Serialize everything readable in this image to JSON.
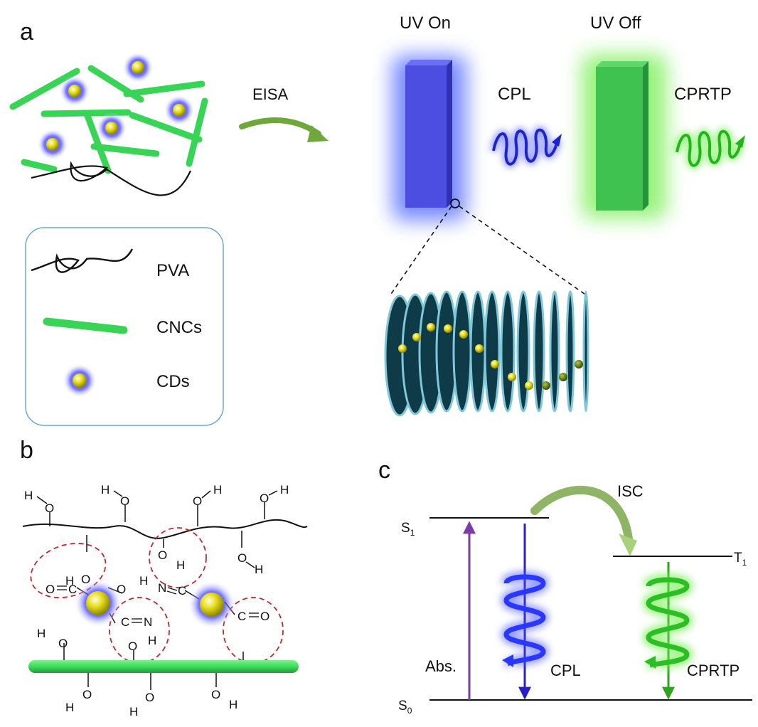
{
  "panels": {
    "a": {
      "letter": "a",
      "process_label": "EISA",
      "uv_on": {
        "title": "UV On",
        "emission": "CPL",
        "film_color": "#4b4ee0",
        "glow_color": "#3d55ff"
      },
      "uv_off": {
        "title": "UV Off",
        "emission": "CPRTP",
        "film_color": "#3fc24f",
        "glow_color": "#74f04a"
      },
      "legend": [
        {
          "label": "PVA",
          "icon": "polymer-chain-icon"
        },
        {
          "label": "CNCs",
          "icon": "nanocrystal-rod-icon"
        },
        {
          "label": "CDs",
          "icon": "carbon-dot-icon"
        }
      ]
    },
    "b": {
      "letter": "b",
      "pva_groups": [
        "H",
        "O",
        "H",
        "O",
        "O",
        "H",
        "O",
        "H"
      ],
      "interaction_groups": [
        "H",
        "O",
        "O",
        "H",
        "O",
        "H",
        "N",
        "C",
        "O",
        "C",
        "C",
        "N",
        "C",
        "O",
        "O",
        "H"
      ],
      "cnc_groups": [
        "H",
        "O",
        "O",
        "H",
        "H",
        "O",
        "H",
        "O",
        "H",
        "O"
      ]
    },
    "c": {
      "letter": "c",
      "s1": {
        "main": "S",
        "sub": "1"
      },
      "s0": {
        "main": "S",
        "sub": "0"
      },
      "t1": {
        "main": "T",
        "sub": "1"
      },
      "isc": "ISC",
      "absorption": "Abs.",
      "cpl": "CPL",
      "cprtp": "CPRTP",
      "colors": {
        "absorption": "#7a3aa8",
        "cpl": "#2a1fc4",
        "cprtp": "#2fa51f",
        "isc": "#7aa84a"
      }
    }
  },
  "colors": {
    "rod": "#3ddc5a",
    "dot": "#d9d11a",
    "dot_glow": "#3b3bff",
    "legend_border": "#6aa6d6",
    "lamella": "#7fc7d9"
  }
}
